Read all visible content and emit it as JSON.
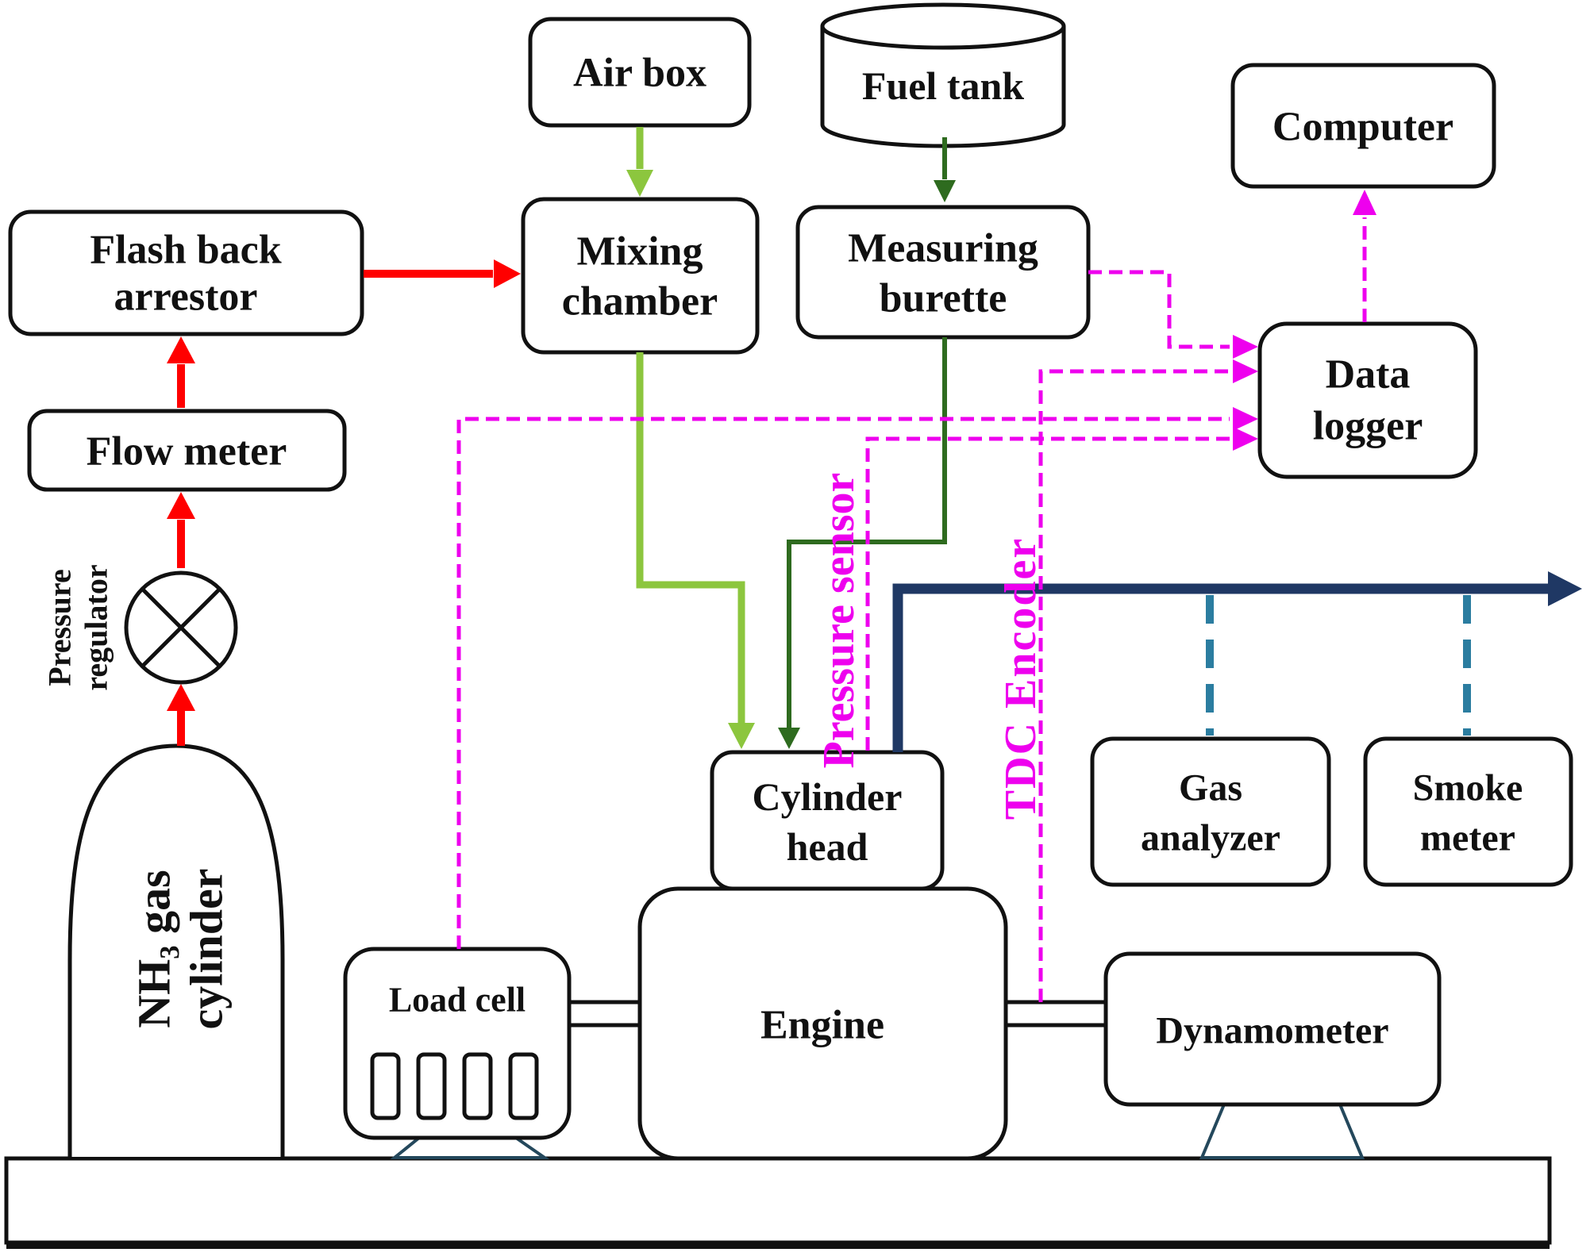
{
  "figure": {
    "kind": "engine-test-rig-schematic"
  },
  "nodes": {
    "air_box": {
      "label": "Air box"
    },
    "fuel_tank": {
      "label": "Fuel tank"
    },
    "computer": {
      "label": "Computer"
    },
    "flash_back_arrestor": {
      "line1": "Flash back",
      "line2": "arrestor"
    },
    "mixing_chamber": {
      "line1": "Mixing",
      "line2": "chamber"
    },
    "measuring_burette": {
      "line1": "Measuring",
      "line2": "burette"
    },
    "data_logger": {
      "line1": "Data",
      "line2": "logger"
    },
    "flow_meter": {
      "label": "Flow meter"
    },
    "pressure_regulator": {
      "line1": "Pressure",
      "line2": "regulator"
    },
    "nh3_cylinder": {
      "line1": "NH₃ gas",
      "line2": "cylinder"
    },
    "gas_analyzer": {
      "line1": "Gas",
      "line2": "analyzer"
    },
    "smoke_meter": {
      "line1": "Smoke",
      "line2": "meter"
    },
    "cylinder_head": {
      "line1": "Cylinder",
      "line2": "head"
    },
    "engine": {
      "label": "Engine"
    },
    "load_cell": {
      "label": "Load cell"
    },
    "dynamometer": {
      "label": "Dynamometer"
    }
  },
  "annotations": {
    "pressure_sensor": "Pressure sensor",
    "tdc_encoder": "TDC Encoder"
  },
  "colors": {
    "red": "#FF0000",
    "air": "#8CC63E",
    "fuel": "#2E6B1F",
    "mag": "#EE00EE",
    "navy": "#1F3864",
    "teal": "#2B7DA0",
    "stand": "#24485C",
    "outline": "#111111"
  }
}
